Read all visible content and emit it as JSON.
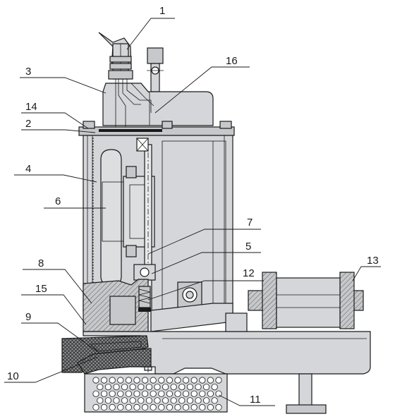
{
  "diagram": {
    "callouts": [
      {
        "id": "1",
        "label": "1"
      },
      {
        "id": "2",
        "label": "2"
      },
      {
        "id": "3",
        "label": "3"
      },
      {
        "id": "4",
        "label": "4"
      },
      {
        "id": "5",
        "label": "5"
      },
      {
        "id": "6",
        "label": "6"
      },
      {
        "id": "7",
        "label": "7"
      },
      {
        "id": "8",
        "label": "8"
      },
      {
        "id": "9",
        "label": "9"
      },
      {
        "id": "10",
        "label": "10"
      },
      {
        "id": "11",
        "label": "11"
      },
      {
        "id": "12",
        "label": "12"
      },
      {
        "id": "13",
        "label": "13"
      },
      {
        "id": "14",
        "label": "14"
      },
      {
        "id": "15",
        "label": "15"
      },
      {
        "id": "16",
        "label": "16"
      }
    ],
    "colors": {
      "line": "#1a1a1a",
      "body_fill": "#d4d6d9",
      "body_fill_light": "#e8e9eb",
      "casting_fill": "#b9bbbe",
      "rubber_fill": "#6e6f71",
      "background": "#ffffff"
    }
  }
}
